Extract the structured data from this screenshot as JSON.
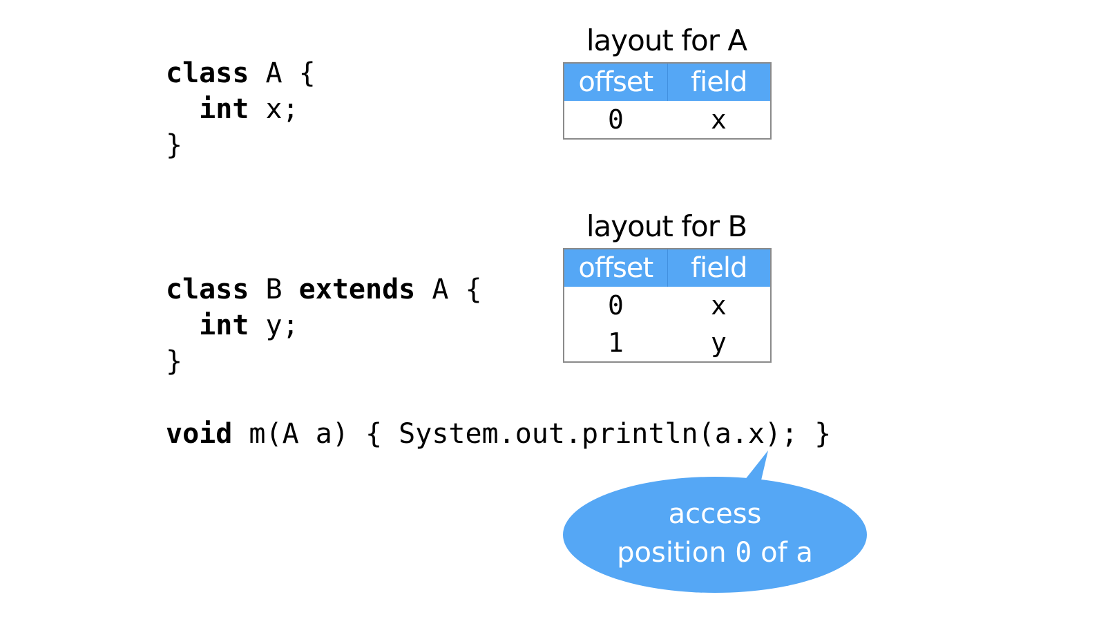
{
  "code_a": {
    "l1_kw": "class",
    "l1_rest": " A {",
    "l2_kw": "int",
    "l2_rest": " x;",
    "l3": "}"
  },
  "code_b": {
    "l1_kw1": "class",
    "l1_mid": " B ",
    "l1_kw2": "extends",
    "l1_rest": " A {",
    "l2_kw": "int",
    "l2_rest": " y;",
    "l3": "}"
  },
  "code_m": {
    "kw": "void",
    "rest": " m(A a) { System.out.println(a.x); }"
  },
  "layout_a": {
    "title": "layout for A",
    "headers": [
      "offset",
      "field"
    ],
    "rows": [
      [
        "0",
        "x"
      ]
    ]
  },
  "layout_b": {
    "title": "layout for B",
    "headers": [
      "offset",
      "field"
    ],
    "rows": [
      [
        "0",
        "x"
      ],
      [
        "1",
        "y"
      ]
    ]
  },
  "callout": {
    "line1": "access",
    "line2_pre": "position ",
    "line2_num": "0",
    "line2_post": " of a",
    "color": "#55a7f5"
  }
}
